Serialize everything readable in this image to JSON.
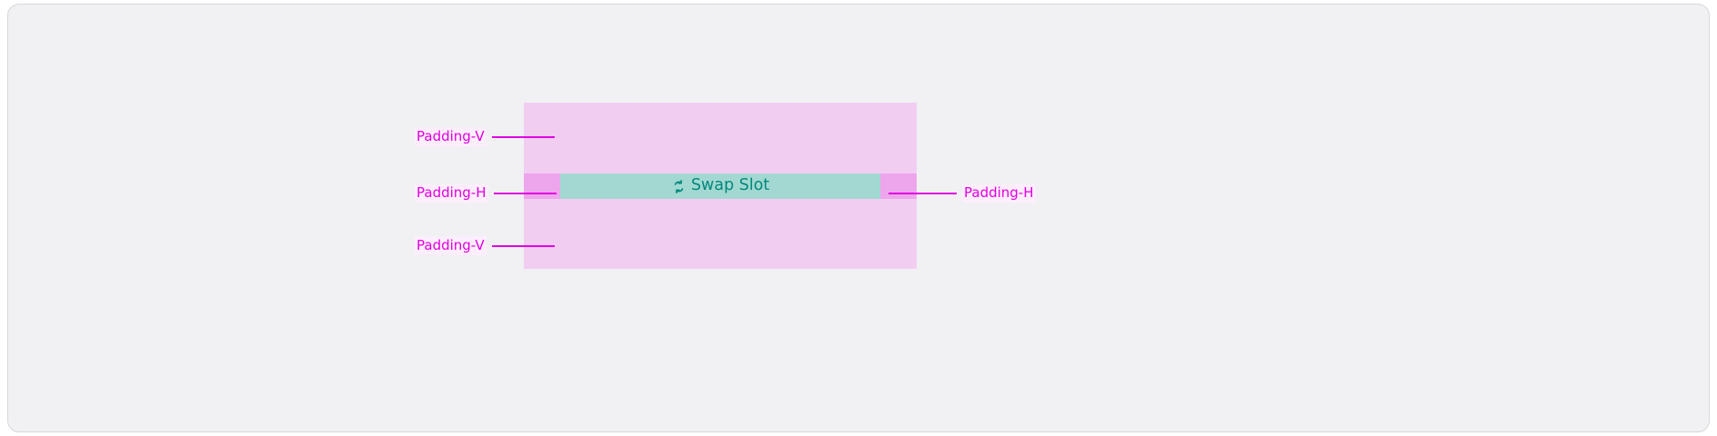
{
  "canvas": {
    "background": "#ffffff",
    "card_background": "#f1f1f3",
    "card_border_color": "#d7d8dd"
  },
  "padding_box": {
    "fill_color": "#f2cdf2",
    "pad_h_swatch_color": "#eda6ec"
  },
  "slot": {
    "label": "Swap Slot",
    "icon": "swap-repeat-icon",
    "background_color": "#a3d8d2",
    "text_color": "#00897b"
  },
  "annotations": {
    "accent_color": "#e000e0",
    "label_background": "#fdeefd",
    "padding_v_top": "Padding-V",
    "padding_h_left": "Padding-H",
    "padding_v_bottom": "Padding-V",
    "padding_h_right": "Padding-H"
  }
}
